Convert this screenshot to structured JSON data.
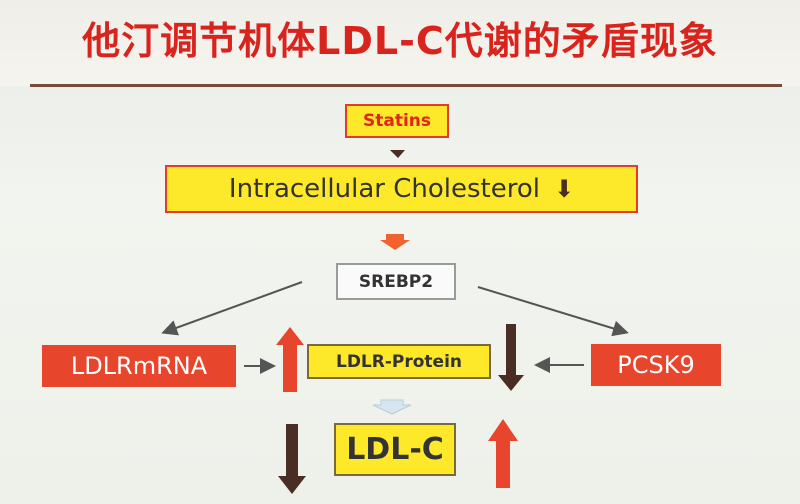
{
  "title": "他汀调节机体LDL-C代谢的矛盾现象",
  "nodes": {
    "statins": "Statins",
    "intracellular_cholesterol": "Intracellular Cholesterol",
    "down_symbol": "⬇",
    "srebp2": "SREBP2",
    "ldlr_mrna": "LDLRmRNA",
    "ldlr_protein": "LDLR-Protein",
    "pcsk9": "PCSK9",
    "ldl_c": "LDL-C"
  },
  "colors": {
    "title": "#d9231d",
    "yellow_fill": "#fde82a",
    "red_fill": "#e8452d",
    "up_arrow": "#e8452d",
    "down_arrow": "#4a2e24"
  }
}
